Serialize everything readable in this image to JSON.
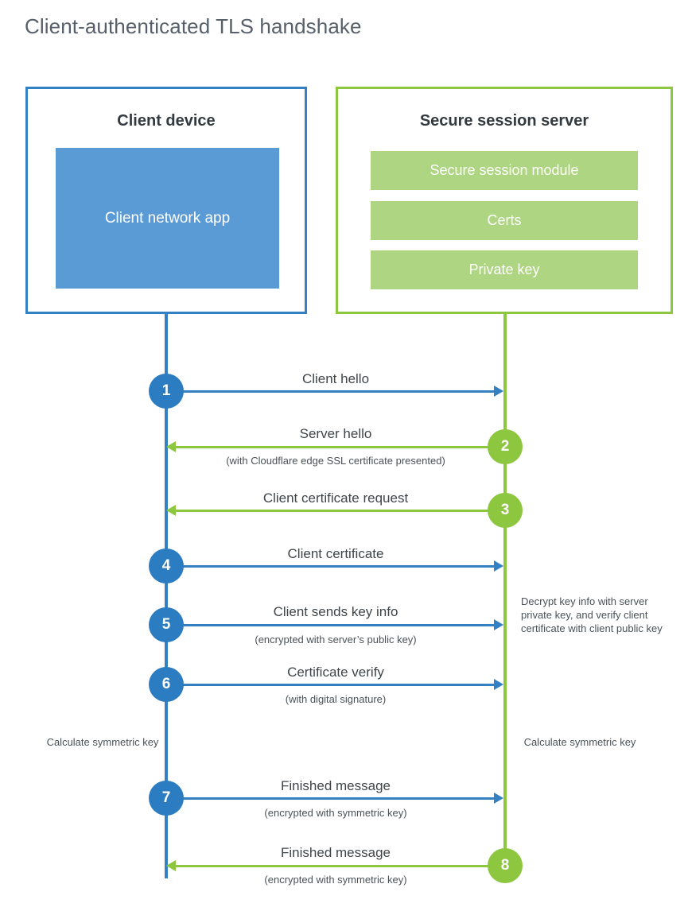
{
  "title": "Client-authenticated TLS handshake",
  "colors": {
    "blue": "#3380c2",
    "blue_fill": "#5b9bd5",
    "blue_badge": "#2b7cc0",
    "green": "#8dc63f",
    "green_fill": "#aed581",
    "text": "#3f4549",
    "title_text": "#57606a",
    "background": "#ffffff"
  },
  "actors": {
    "client": {
      "title": "Client device",
      "app_label": "Client network app"
    },
    "server": {
      "title": "Secure session server",
      "modules": [
        "Secure session module",
        "Certs",
        "Private key"
      ]
    }
  },
  "steps": [
    {
      "number": "1",
      "label": "Client hello",
      "sub": "",
      "direction": "client-to-server",
      "color": "blue"
    },
    {
      "number": "2",
      "label": "Server hello",
      "sub": "(with Cloudflare edge SSL certificate presented)",
      "direction": "server-to-client",
      "color": "green"
    },
    {
      "number": "3",
      "label": "Client certificate request",
      "sub": "",
      "direction": "server-to-client",
      "color": "green"
    },
    {
      "number": "4",
      "label": "Client certificate",
      "sub": "",
      "direction": "client-to-server",
      "color": "blue"
    },
    {
      "number": "5",
      "label": "Client sends key info",
      "sub": "(encrypted with server’s public key)",
      "direction": "client-to-server",
      "color": "blue"
    },
    {
      "number": "6",
      "label": "Certificate verify",
      "sub": "(with digital signature)",
      "direction": "client-to-server",
      "color": "blue"
    },
    {
      "number": "7",
      "label": "Finished message",
      "sub": "(encrypted with symmetric key)",
      "direction": "client-to-server",
      "color": "blue"
    },
    {
      "number": "8",
      "label": "Finished message",
      "sub": "(encrypted with symmetric key)",
      "direction": "server-to-client",
      "color": "green"
    }
  ],
  "notes": {
    "server_decrypt": "Decrypt key info with server private key, and verify client certificate with client public key",
    "client_calculate": "Calculate symmetric key",
    "server_calculate": "Calculate symmetric key"
  }
}
